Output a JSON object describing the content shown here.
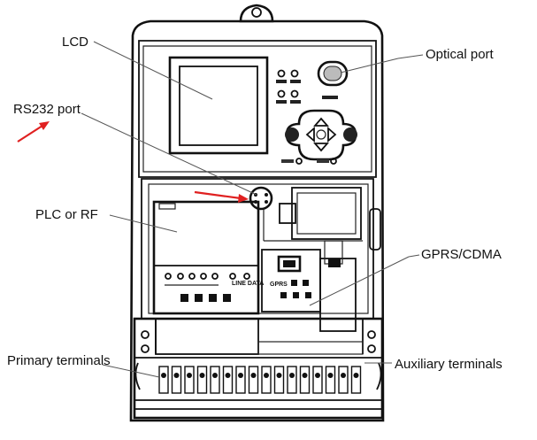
{
  "labels": {
    "lcd": "LCD",
    "optical_port": "Optical port",
    "rs232_port": "RS232 port",
    "plc_or_rf": "PLC or RF",
    "gprs_cdma": "GPRS/CDMA",
    "primary_terminals": "Primary terminals",
    "auxiliary_terminals": "Auxiliary terminals"
  },
  "panel": {
    "line_data": "LINE DATA",
    "gprs": "GPRS"
  },
  "colors": {
    "arrow": "#e02020",
    "ink": "#111111"
  }
}
